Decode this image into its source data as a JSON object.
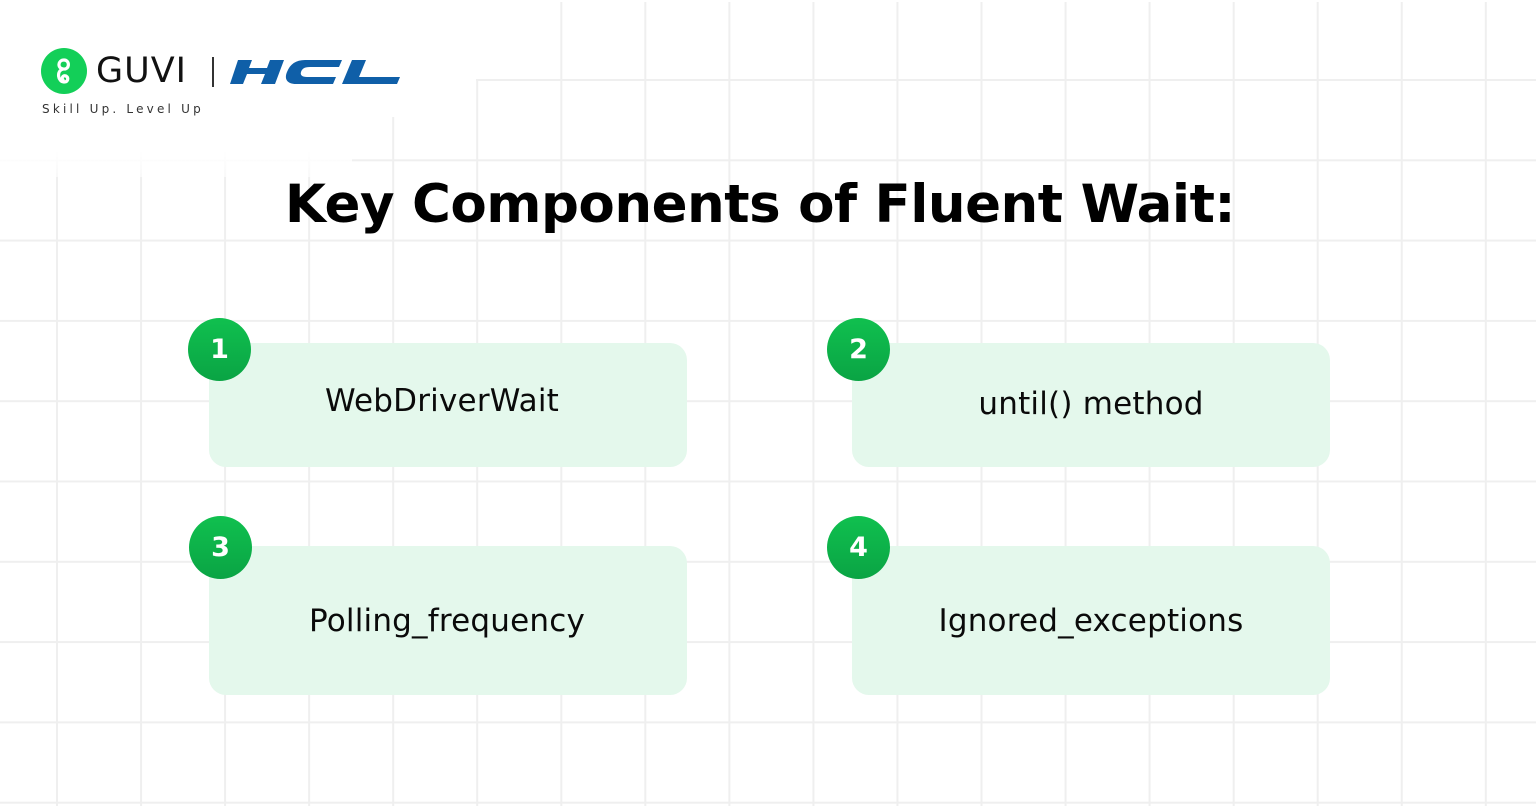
{
  "brand": {
    "guvi_name": "GUVI",
    "partner_name": "HCL",
    "tagline": "Skill Up. Level Up",
    "colors": {
      "guvi_green": "#13CF58",
      "hcl_blue": "#0F5FA8"
    }
  },
  "title": "Key Components of Fluent Wait:",
  "components": [
    {
      "number": "1",
      "label": "WebDriverWait"
    },
    {
      "number": "2",
      "label": "until() method"
    },
    {
      "number": "3",
      "label": "Polling_frequency"
    },
    {
      "number": "4",
      "label": "Ignored_exceptions"
    }
  ],
  "theme": {
    "card_background": "#E4F8EC",
    "badge_green": "#0FB84C",
    "grid_line": "#EFEFEF",
    "text": "#000000"
  }
}
